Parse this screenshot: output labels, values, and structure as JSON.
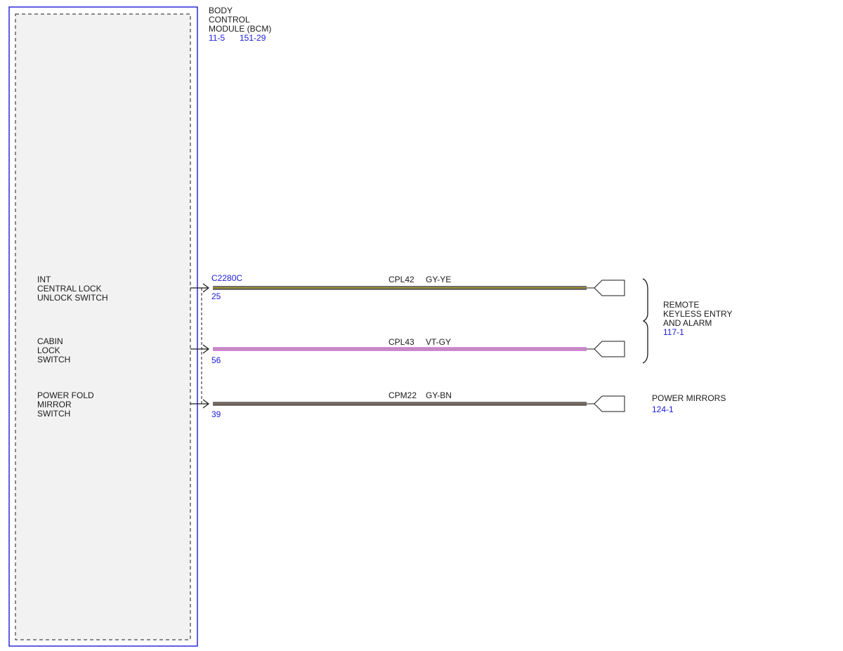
{
  "module": {
    "title_lines": [
      "BODY",
      "CONTROL",
      "MODULE (BCM)"
    ],
    "refs": [
      "11-5",
      "151-29"
    ]
  },
  "connector": {
    "name": "C2280C"
  },
  "inputs": [
    {
      "label_lines": [
        "INT",
        "CENTRAL LOCK",
        "UNLOCK SWITCH"
      ],
      "pin": "25",
      "circuit": "CPL42",
      "color_code": "GY-YE",
      "colors": [
        "#3a3a3a",
        "#6e6e6e",
        "#c8b400",
        "#6e6e6e",
        "#3a3a3a"
      ]
    },
    {
      "label_lines": [
        "CABIN",
        "LOCK",
        "SWITCH"
      ],
      "pin": "56",
      "circuit": "CPL43",
      "color_code": "VT-GY",
      "colors": [
        "#c060c0",
        "#e08ae0",
        "#9a9a9a",
        "#e08ae0",
        "#c060c0"
      ]
    },
    {
      "label_lines": [
        "POWER FOLD",
        "MIRROR",
        "SWITCH"
      ],
      "pin": "39",
      "circuit": "CPM22",
      "color_code": "GY-BN",
      "colors": [
        "#3a3a3a",
        "#7a7a7a",
        "#8a5a3a",
        "#7a7a7a",
        "#3a3a3a"
      ]
    }
  ],
  "destinations": [
    {
      "label_lines": [
        "REMOTE",
        "KEYLESS ENTRY",
        "AND ALARM"
      ],
      "ref": "117-1"
    },
    {
      "label_lines": [
        "POWER MIRRORS"
      ],
      "ref": "124-1"
    }
  ]
}
